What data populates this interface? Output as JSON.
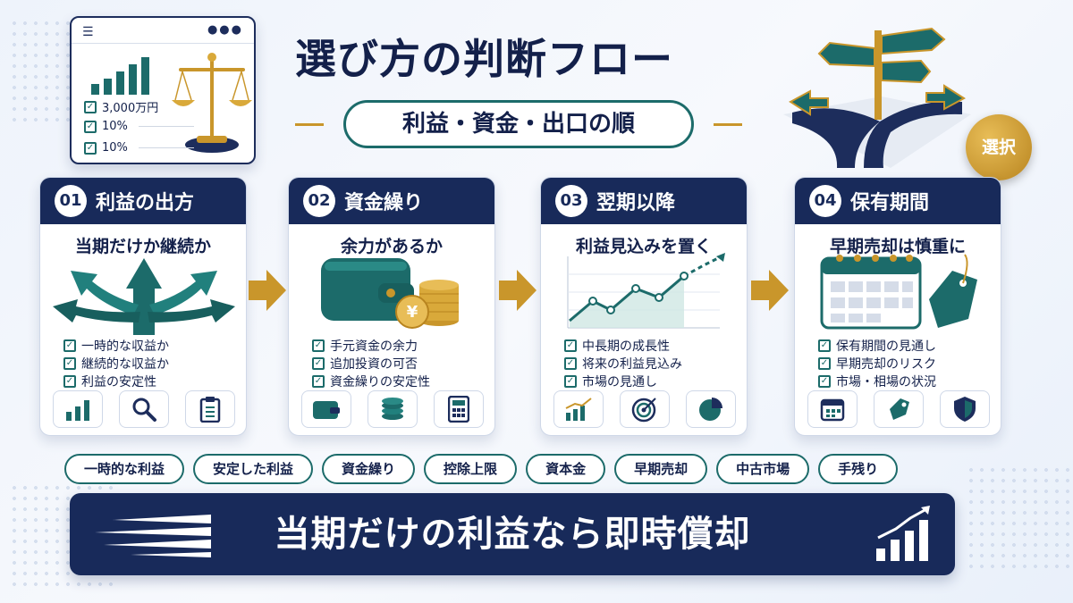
{
  "title": "選び方の判断フロー",
  "subtitle": "利益・資金・出口の順",
  "badge": "選択",
  "dashboard": {
    "checks": [
      "3,000万円",
      "10%",
      "10%"
    ],
    "icons": [
      "menu-icon",
      "bar-chart-icon",
      "balance-scale-icon"
    ]
  },
  "steps": [
    {
      "num": "01",
      "title": "利益の出方",
      "lead": "当期だけか継続か",
      "items": [
        "一時的な収益か",
        "継続的な収益か",
        "利益の安定性"
      ],
      "illustration": "branching-arrows",
      "icons": [
        "bar-chart-icon",
        "search-icon",
        "clipboard-icon"
      ]
    },
    {
      "num": "02",
      "title": "資金繰り",
      "lead": "余力があるか",
      "items": [
        "手元資金の余力",
        "追加投資の可否",
        "資金繰りの安定性"
      ],
      "illustration": "wallet-and-yen-coins",
      "icons": [
        "wallet-icon",
        "coins-icon",
        "calculator-icon"
      ]
    },
    {
      "num": "03",
      "title": "翌期以降",
      "lead": "利益見込みを置く",
      "items": [
        "中長期の成長性",
        "将来の利益見込み",
        "市場の見通し"
      ],
      "illustration": "growth-line-chart",
      "icons": [
        "growth-chart-icon",
        "target-icon",
        "pie-chart-icon"
      ]
    },
    {
      "num": "04",
      "title": "保有期間",
      "lead": "早期売却は慎重に",
      "items": [
        "保有期間の見通し",
        "早期売却のリスク",
        "市場・相場の状況"
      ],
      "illustration": "calendar-and-price-tag",
      "icons": [
        "calendar-icon",
        "price-tag-icon",
        "shield-icon"
      ]
    }
  ],
  "tags": [
    "一時的な利益",
    "安定した利益",
    "資金繰り",
    "控除上限",
    "資本金",
    "早期売却",
    "中古市場",
    "手残り"
  ],
  "banner": "当期だけの利益なら即時償却",
  "colors": {
    "navy": "#182a5a",
    "teal": "#1c6b6a",
    "gold": "#c9962b",
    "background": "#eef3fb"
  }
}
